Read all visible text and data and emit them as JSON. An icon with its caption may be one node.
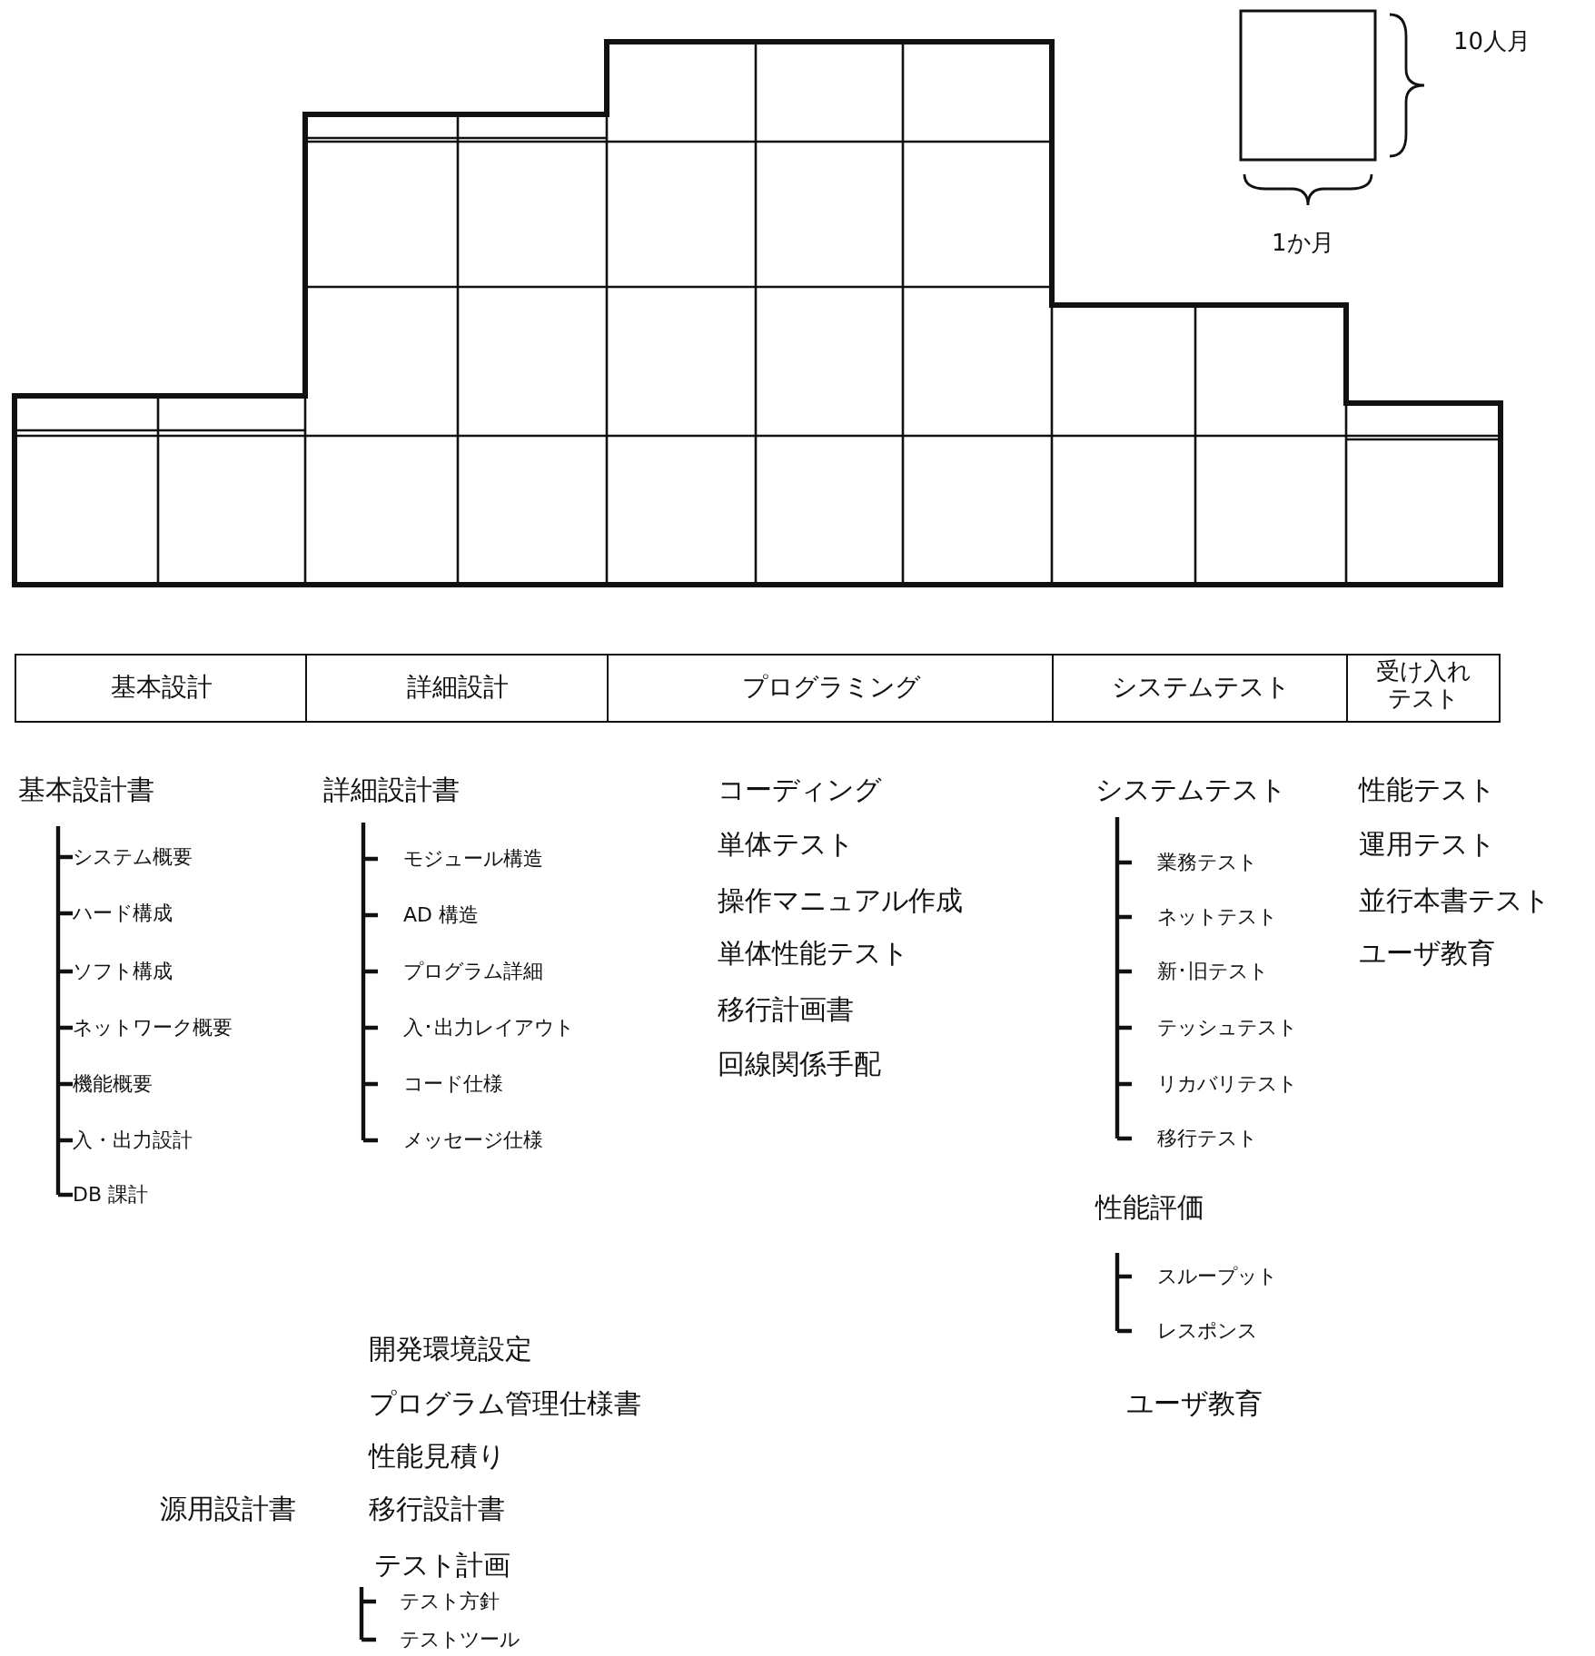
{
  "diagram": {
    "nodes": [
      {
        "text": [
          "基本設計"
        ]
      },
      {
        "text": [
          "詳細設計"
        ]
      },
      {
        "text": [
          "プログラミング"
        ]
      },
      {
        "text": [
          "システムテスト"
        ]
      },
      {
        "text": [
          "受け入れテスト"
        ]
      }
    ],
    "labels": [
      "10人月",
      "1か月",
      "基本設計書",
      "システム概要",
      "ハード構成",
      "ソフト構成",
      "ネットワーク概要",
      "機能概要",
      "入・出力設計",
      "DB 課計",
      "詳細設計書",
      "モジュール構造",
      "AD 構造",
      "プログラム詳細",
      "入･出力レイアウト",
      "コード仕様",
      "メッセージ仕様",
      "コーディング",
      "単体テスト",
      "操作マニュアル作成",
      "単体性能テスト",
      "移行計画書",
      "回線関係手配",
      "システムテスト",
      "業務テスト",
      "ネットテスト",
      "新･旧テスト",
      "テッシュテスト",
      "リカバリテスト",
      "移行テスト",
      "性能テスト",
      "運用テスト",
      "並行本書テスト",
      "ユーザ教育",
      "性能評価",
      "スループット",
      "レスポンス",
      "ユーザ教育",
      "開発環境設定",
      "プログラム管理仕様書",
      "性能見積り",
      "移行設計書",
      "テスト計画",
      "源用設計書",
      "テスト方針",
      "テストツール"
    ]
  }
}
